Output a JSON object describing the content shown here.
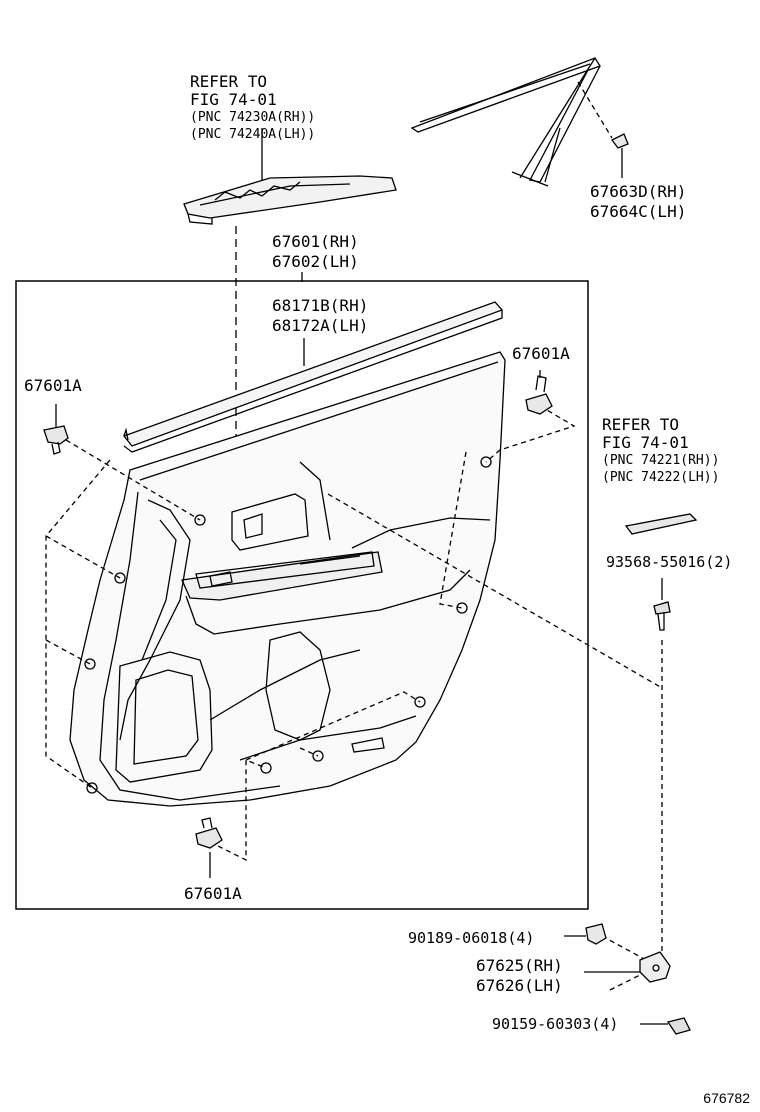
{
  "refer_top": {
    "line1": "REFER TO",
    "line2": "FIG 74-01",
    "line3": "(PNC 74230A(RH))",
    "line4": "(PNC 74240A(LH))"
  },
  "refer_right": {
    "line1": "REFER TO",
    "line2": "FIG 74-01",
    "line3": "(PNC 74221(RH))",
    "line4": "(PNC 74222(LH))"
  },
  "parts": {
    "p67663_rh": "67663D(RH)",
    "p67664_lh": "67664C(LH)",
    "p67601_rh": "67601(RH)",
    "p67602_lh": "67602(LH)",
    "p68171_rh": "68171B(RH)",
    "p68172_lh": "68172A(LH)",
    "clip_left": "67601A",
    "clip_right": "67601A",
    "clip_bottom": "67601A",
    "screw_93568": "93568-55016(2)",
    "nut_90189": "90189-06018(4)",
    "p67625_rh": "67625(RH)",
    "p67626_lh": "67626(LH)",
    "screw_90159": "90159-60303(4)"
  },
  "figure_number": "676782"
}
